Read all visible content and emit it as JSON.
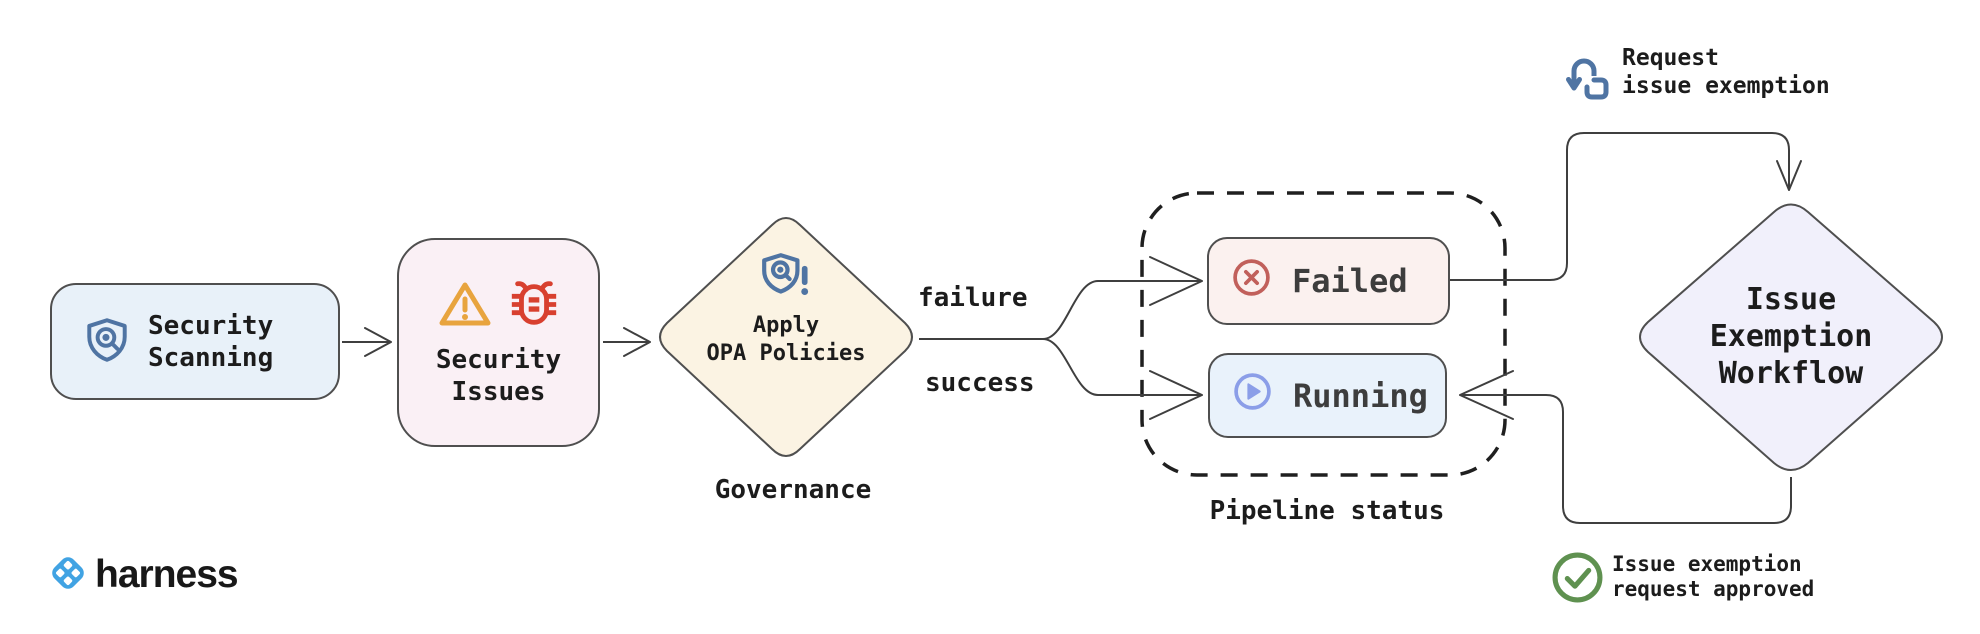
{
  "diagram": {
    "nodes": {
      "security_scanning": {
        "lines": [
          "Security",
          "Scanning"
        ],
        "icon": "shield-search-icon",
        "bg": "#e8f1f9"
      },
      "security_issues": {
        "lines": [
          "Security",
          "Issues"
        ],
        "icons": [
          "warning-icon",
          "bug-icon"
        ],
        "bg": "#faf0f5"
      },
      "apply_opa_policies": {
        "lines": [
          "Apply",
          "OPA Policies"
        ],
        "icon": "shield-alert-icon",
        "caption": "Governance",
        "bg": "#fbf3e3"
      },
      "failed": {
        "label": "Failed",
        "icon": "x-circle-icon",
        "bg": "#fbf1ef"
      },
      "running": {
        "label": "Running",
        "icon": "play-circle-icon",
        "bg": "#e9f2fb"
      },
      "pipeline_status": {
        "caption": "Pipeline status"
      },
      "issue_exemption_workflow": {
        "lines": [
          "Issue",
          "Exemption",
          "Workflow"
        ],
        "bg": "#f1f0fb"
      }
    },
    "edge_labels": {
      "failure": "failure",
      "success": "success"
    },
    "annotations": {
      "request_exemption": {
        "lines": [
          "Request",
          "issue exemption"
        ],
        "icon": "tap-gesture-icon"
      },
      "request_approved": {
        "lines": [
          "Issue exemption",
          "request approved"
        ],
        "icon": "check-circle-icon"
      }
    },
    "footer": {
      "logo_text": "harness",
      "logo_icon": "harness-logo-icon"
    },
    "colors": {
      "line": "#3f3f3f",
      "node_border": "#4f4f4f",
      "text": "#1c1c1c",
      "status_text": "#3d3d3d",
      "shield_blue": "#4f74a3",
      "warning_amber": "#e8a43e",
      "bug_red": "#d8402f",
      "failed_red": "#c1605b",
      "running_blue": "#8b9ee8",
      "approved_green": "#5f9150",
      "harness_blue": "#41a3e3",
      "dashed_border": "#1f1f1f"
    }
  }
}
